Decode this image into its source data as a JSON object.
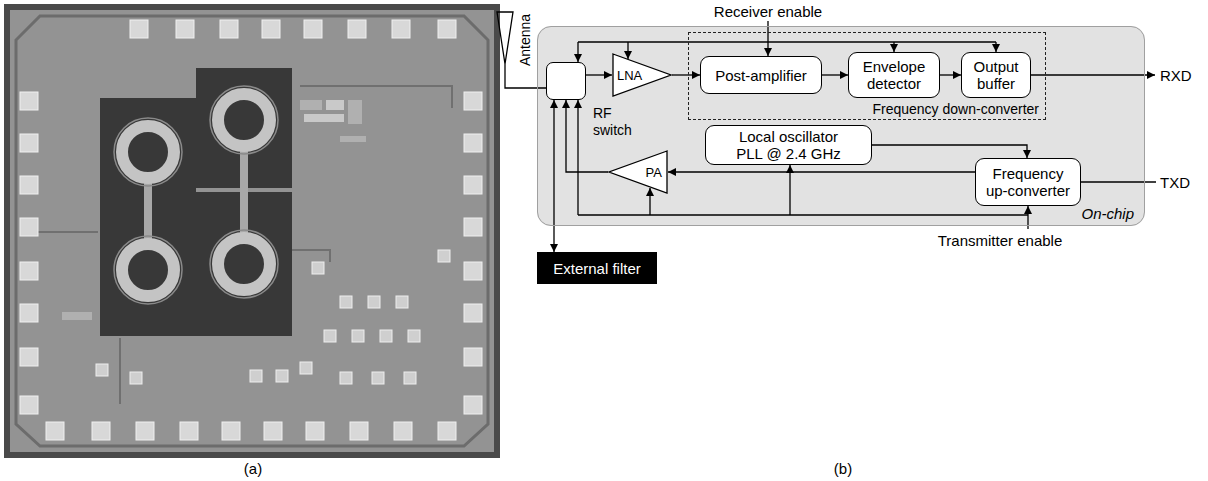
{
  "diagram": {
    "nodes": [
      {
        "text": [
          "Antenna"
        ]
      },
      {
        "text": [
          "On-chip"
        ]
      },
      {
        "text": [
          "RF switch"
        ],
        "in": 1
      },
      {
        "text": [
          "LNA"
        ],
        "in": 1
      },
      {
        "text": [
          "Frequency down-converter"
        ],
        "in": 1
      },
      {
        "text": [
          "Post-amplifier"
        ],
        "in": 4
      },
      {
        "text": [
          "Envelope detector"
        ],
        "in": 4
      },
      {
        "text": [
          "Output buffer"
        ],
        "in": 4
      },
      {
        "text": [
          "Local oscillator PLL @ 2.4 GHz"
        ],
        "in": 1
      },
      {
        "text": [
          "Frequency up-converter"
        ],
        "in": 1
      },
      {
        "text": [
          "PA"
        ],
        "in": 1
      },
      {
        "text": [
          "External filter"
        ]
      }
    ],
    "edges": [
      {
        "from": 0,
        "to": 2,
        "arrow": "none"
      },
      {
        "from": 2,
        "to": 3,
        "arrow": "to"
      },
      {
        "from": 3,
        "to": 5,
        "arrow": "to"
      },
      {
        "from": 5,
        "to": 6,
        "arrow": "to"
      },
      {
        "from": 6,
        "to": 7,
        "arrow": "to"
      },
      {
        "from": 8,
        "to": 9,
        "arrow": "to"
      },
      {
        "from": 9,
        "to": 10,
        "arrow": "to"
      },
      {
        "from": 10,
        "to": 2,
        "arrow": "to"
      },
      {
        "from": 2,
        "to": 11,
        "arrow": "both"
      }
    ],
    "labels": [
      "(a)",
      "Receiver enable",
      "RXD",
      "TXD",
      "Transmitter enable",
      "(b)"
    ]
  }
}
